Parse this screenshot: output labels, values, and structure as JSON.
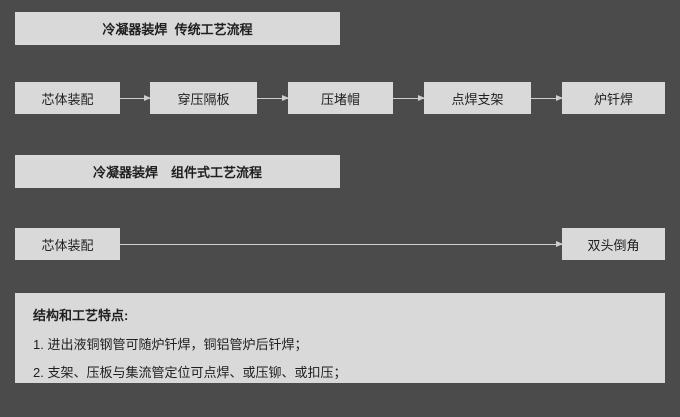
{
  "colors": {
    "background": "#4b4b4b",
    "box_fill": "#d9d9d9",
    "text": "#1f1f1f",
    "arrow": "#cfcfcf"
  },
  "flow1": {
    "title": "冷凝器装焊  传统工艺流程",
    "steps": [
      "芯体装配",
      "穿压隔板",
      "压堵帽",
      "点焊支架",
      "炉钎焊"
    ]
  },
  "flow2": {
    "title": "冷凝器装焊　组件式工艺流程",
    "steps": [
      "芯体装配",
      "双头倒角"
    ]
  },
  "notes": {
    "title": "结构和工艺特点:",
    "items": [
      "1. 进出液铜钢管可随炉钎焊，铜铝管炉后钎焊；",
      "2. 支架、压板与集流管定位可点焊、或压铆、或扣压；"
    ]
  }
}
